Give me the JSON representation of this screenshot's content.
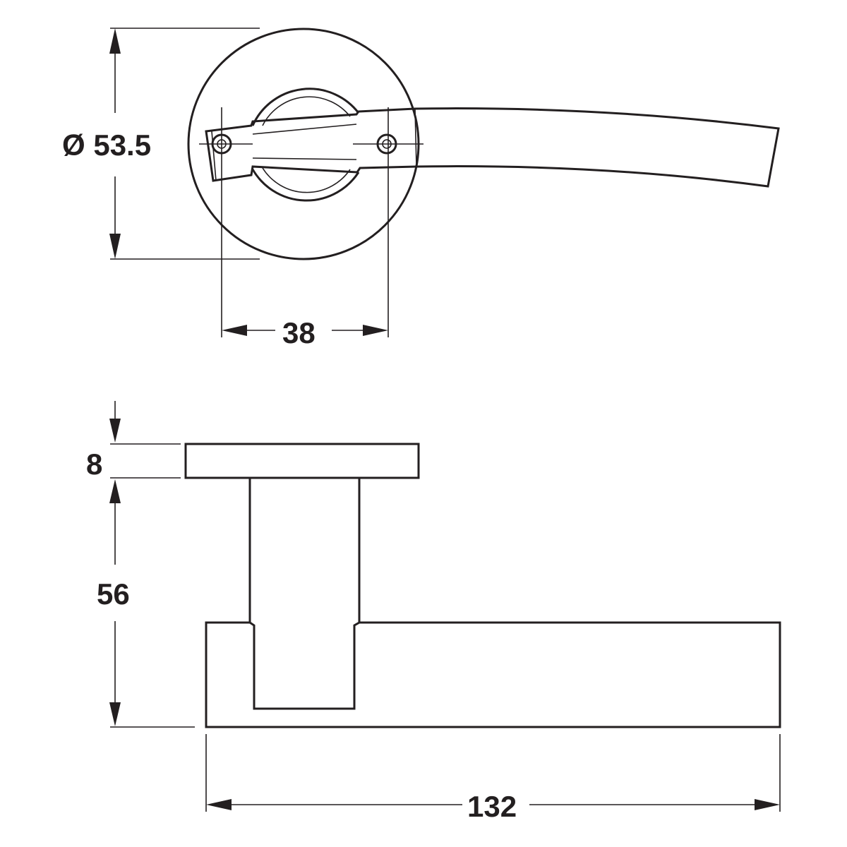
{
  "dimensions": {
    "rose_diameter": "Ø 53.5",
    "fixing_centres": "38",
    "rose_thickness": "8",
    "lever_projection": "56",
    "lever_length": "132"
  },
  "colors": {
    "line": "#231f20",
    "background": "#ffffff"
  }
}
